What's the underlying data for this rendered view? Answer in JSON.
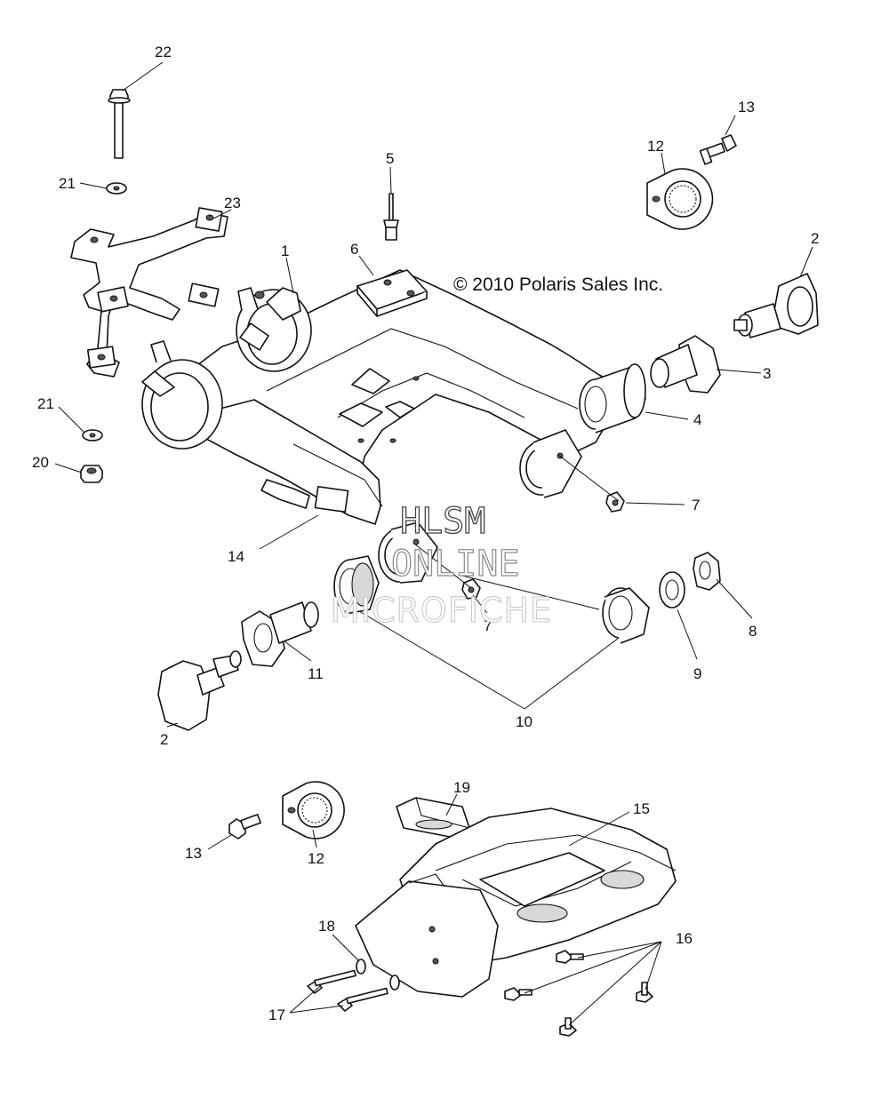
{
  "copyright": "© 2010 Polaris Sales Inc.",
  "watermark": {
    "line1": "HLSM",
    "line2": "ONLINE",
    "line3": "MICROFICHE"
  },
  "callouts": {
    "c1": "1",
    "c2a": "2",
    "c2b": "2",
    "c3": "3",
    "c4": "4",
    "c5": "5",
    "c6": "6",
    "c7a": "7",
    "c7b": "7",
    "c8": "8",
    "c9": "9",
    "c10": "10",
    "c11": "11",
    "c12a": "12",
    "c12b": "12",
    "c13a": "13",
    "c13b": "13",
    "c14": "14",
    "c15": "15",
    "c16": "16",
    "c17": "17",
    "c18": "18",
    "c19": "19",
    "c20": "20",
    "c21a": "21",
    "c21b": "21",
    "c22": "22",
    "c23": "23"
  }
}
